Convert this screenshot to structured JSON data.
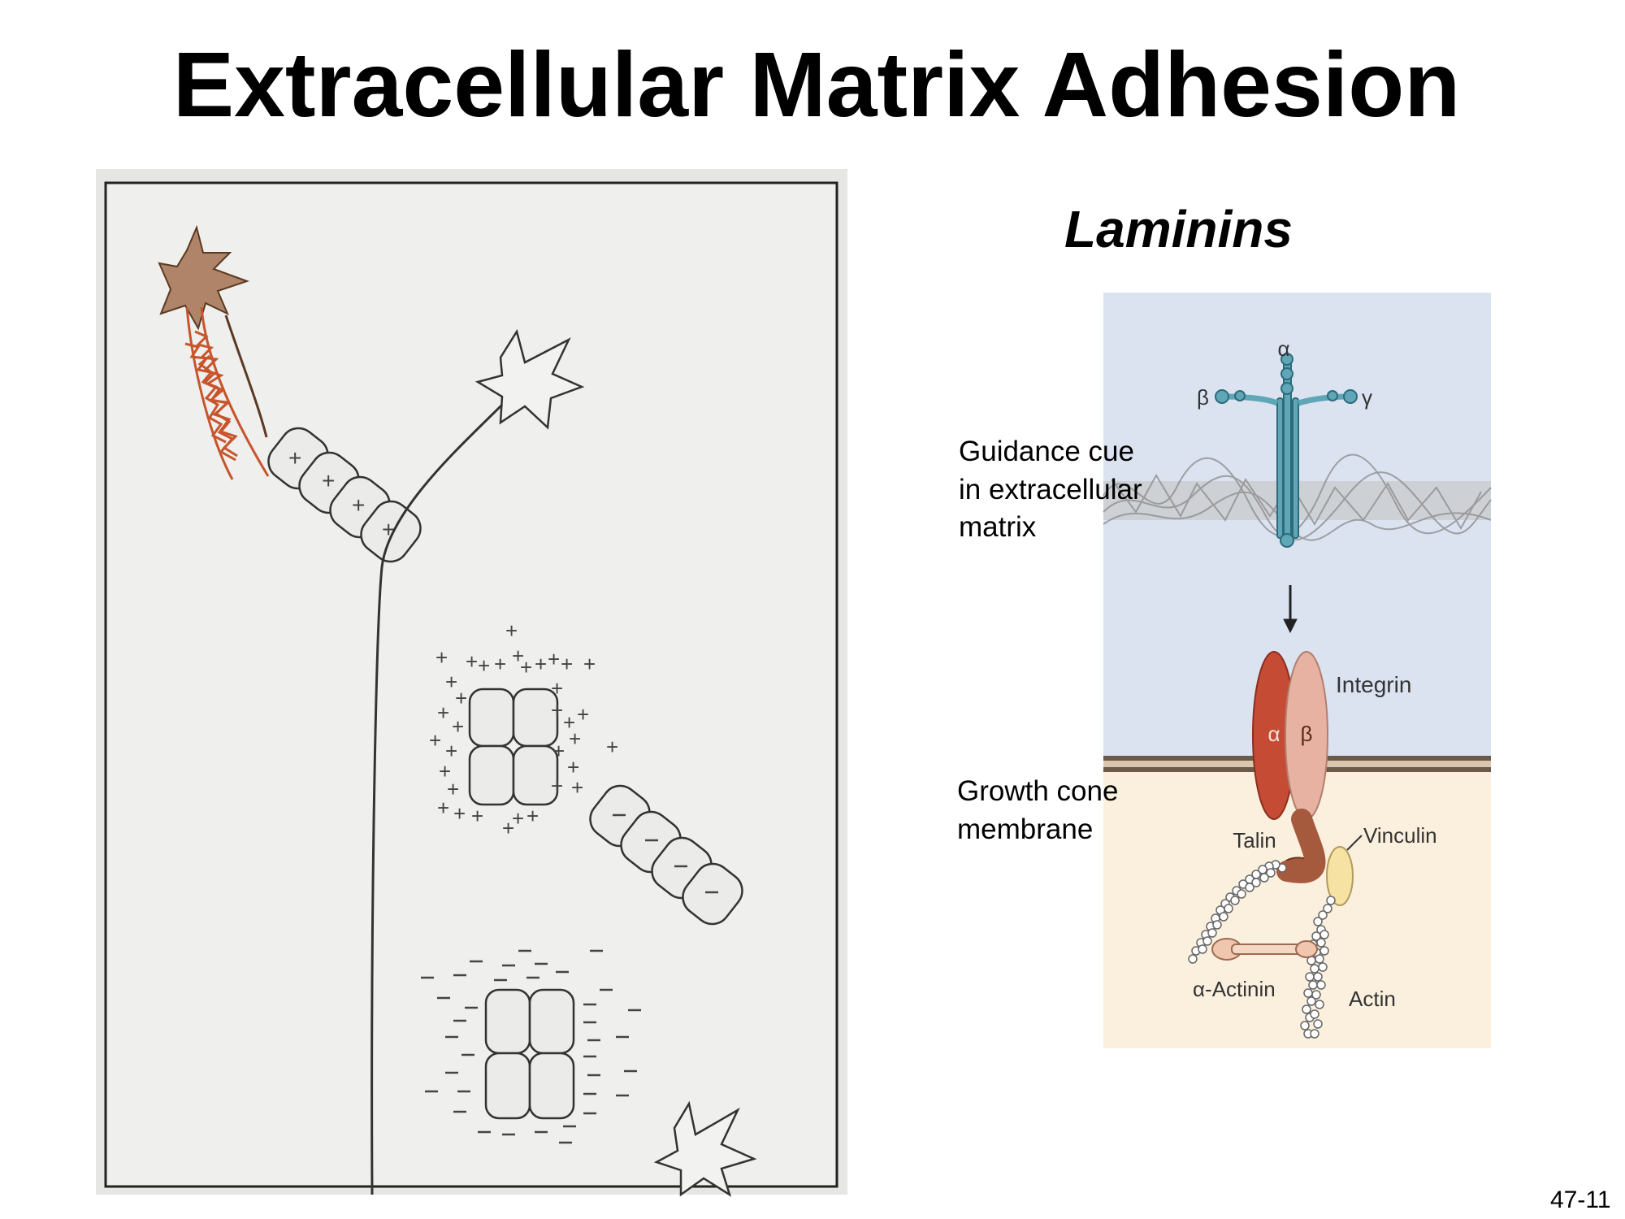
{
  "slide": {
    "title": "Extracellular Matrix Adhesion",
    "subtitle": "Laminins",
    "slide_number": "47-11"
  },
  "annotations": {
    "guidance_cue": [
      "Guidance cue",
      "in extracellular",
      "matrix"
    ],
    "growth_cone_membrane": [
      "Growth cone",
      "membrane"
    ]
  },
  "laminin_figure": {
    "chain_labels": {
      "alpha": "α",
      "beta": "β",
      "gamma": "γ"
    },
    "integrin_label": "Integrin",
    "integrin_subunits": {
      "alpha": "α",
      "beta": "β"
    },
    "talin_label": "Talin",
    "vinculin_label": "Vinculin",
    "alpha_actinin_label": "α-Actinin",
    "actin_label": "Actin"
  },
  "colors": {
    "extracellular_bg": "#dbe3f1",
    "cytoplasm_bg": "#fbf0de",
    "laminin": "#5fa6b6",
    "integrin_alpha": "#c54b34",
    "integrin_beta": "#e7b2a2",
    "talin": "#a55a3d",
    "vinculin": "#f6e3a3",
    "guided_neuron": "#b08468",
    "guided_axon": "#c8542c",
    "panel_bg": "#eeeeec"
  }
}
